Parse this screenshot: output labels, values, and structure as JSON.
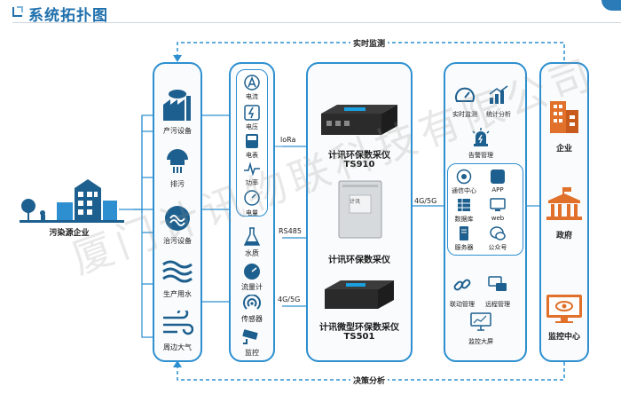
{
  "header": {
    "title": "系统拓扑图"
  },
  "flows": {
    "top": "实时监测",
    "bottom": "决策分析"
  },
  "source": {
    "label": "污染源企业"
  },
  "equipment": [
    "产污设备",
    "排污",
    "治污设备",
    "生产用水",
    "周边大气"
  ],
  "sensors": [
    "电流",
    "电压",
    "电表",
    "功率",
    "电量",
    "水质",
    "流量计",
    "传感器",
    "监控"
  ],
  "links": [
    "loRa",
    "RS485",
    "4G/5G"
  ],
  "devices": [
    {
      "name_line1": "计讯环保数采仪",
      "name_line2": "TS910"
    },
    {
      "name_line1": "计讯环保数采仪",
      "name_line2": ""
    },
    {
      "name_line1": "计讯微型环保数采仪",
      "name_line2": "TS501"
    }
  ],
  "device_panel_texts": {
    "box_logo": "计讯"
  },
  "network": "4G/5G",
  "platform": {
    "top": [
      "实时监测",
      "统计分析",
      "告警管理"
    ],
    "services": [
      "通信中心",
      "APP",
      "数据库",
      "web",
      "服务器",
      "公众号"
    ],
    "bottom": [
      "联动管理",
      "远程管理",
      "监控大屏"
    ]
  },
  "users": [
    "企业",
    "政府",
    "监控中心"
  ],
  "watermark": "厦门计讯物联科技有限公司",
  "colors": {
    "accent": "#2d8fd0",
    "title": "#1f70ad",
    "icon": "#1d5f8e",
    "orange": "#e0702a"
  }
}
